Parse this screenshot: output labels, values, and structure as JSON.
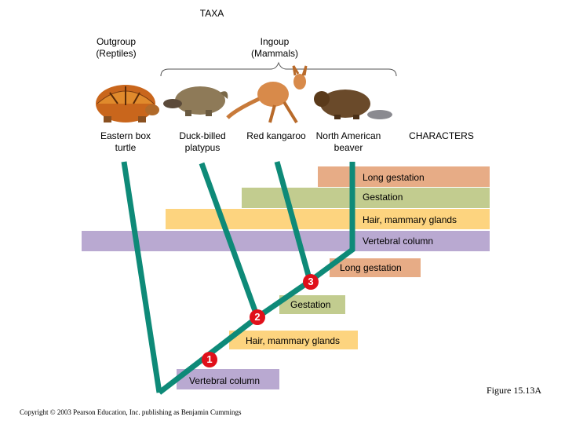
{
  "header": {
    "title": "TAXA",
    "outgroup": [
      "Outgroup",
      "(Reptiles)"
    ],
    "ingroup": [
      "Ingoup",
      "(Mammals)"
    ]
  },
  "taxa": [
    {
      "name_lines": [
        "Eastern box",
        "turtle"
      ],
      "icon": "turtle-icon"
    },
    {
      "name_lines": [
        "Duck-billed",
        "platypus"
      ],
      "icon": "platypus-icon"
    },
    {
      "name_lines": [
        "Red kangaroo"
      ],
      "icon": "kangaroo-icon"
    },
    {
      "name_lines": [
        "North American",
        "beaver"
      ],
      "icon": "beaver-icon"
    }
  ],
  "characters_heading": "CHARACTERS",
  "character_table": [
    {
      "label": "Long gestation",
      "color": "#e7ac86"
    },
    {
      "label": "Gestation",
      "color": "#c2cc8f"
    },
    {
      "label": "Hair, mammary glands",
      "color": "#fdd47f"
    },
    {
      "label": "Vertebral column",
      "color": "#b9a9d1"
    }
  ],
  "tree_labels": [
    {
      "label": "Long gestation",
      "color": "#e7ac86"
    },
    {
      "label": "Gestation",
      "color": "#c2cc8f"
    },
    {
      "label": "Hair, mammary glands",
      "color": "#fdd47f"
    },
    {
      "label": "Vertebral column",
      "color": "#b9a9d1"
    }
  ],
  "nodes": [
    "3",
    "2",
    "1"
  ],
  "branch_color": "#0e8a78",
  "figure_label": "Figure 15.13A",
  "copyright": "Copyright © 2003 Pearson Education, Inc. publishing as Benjamin Cummings"
}
